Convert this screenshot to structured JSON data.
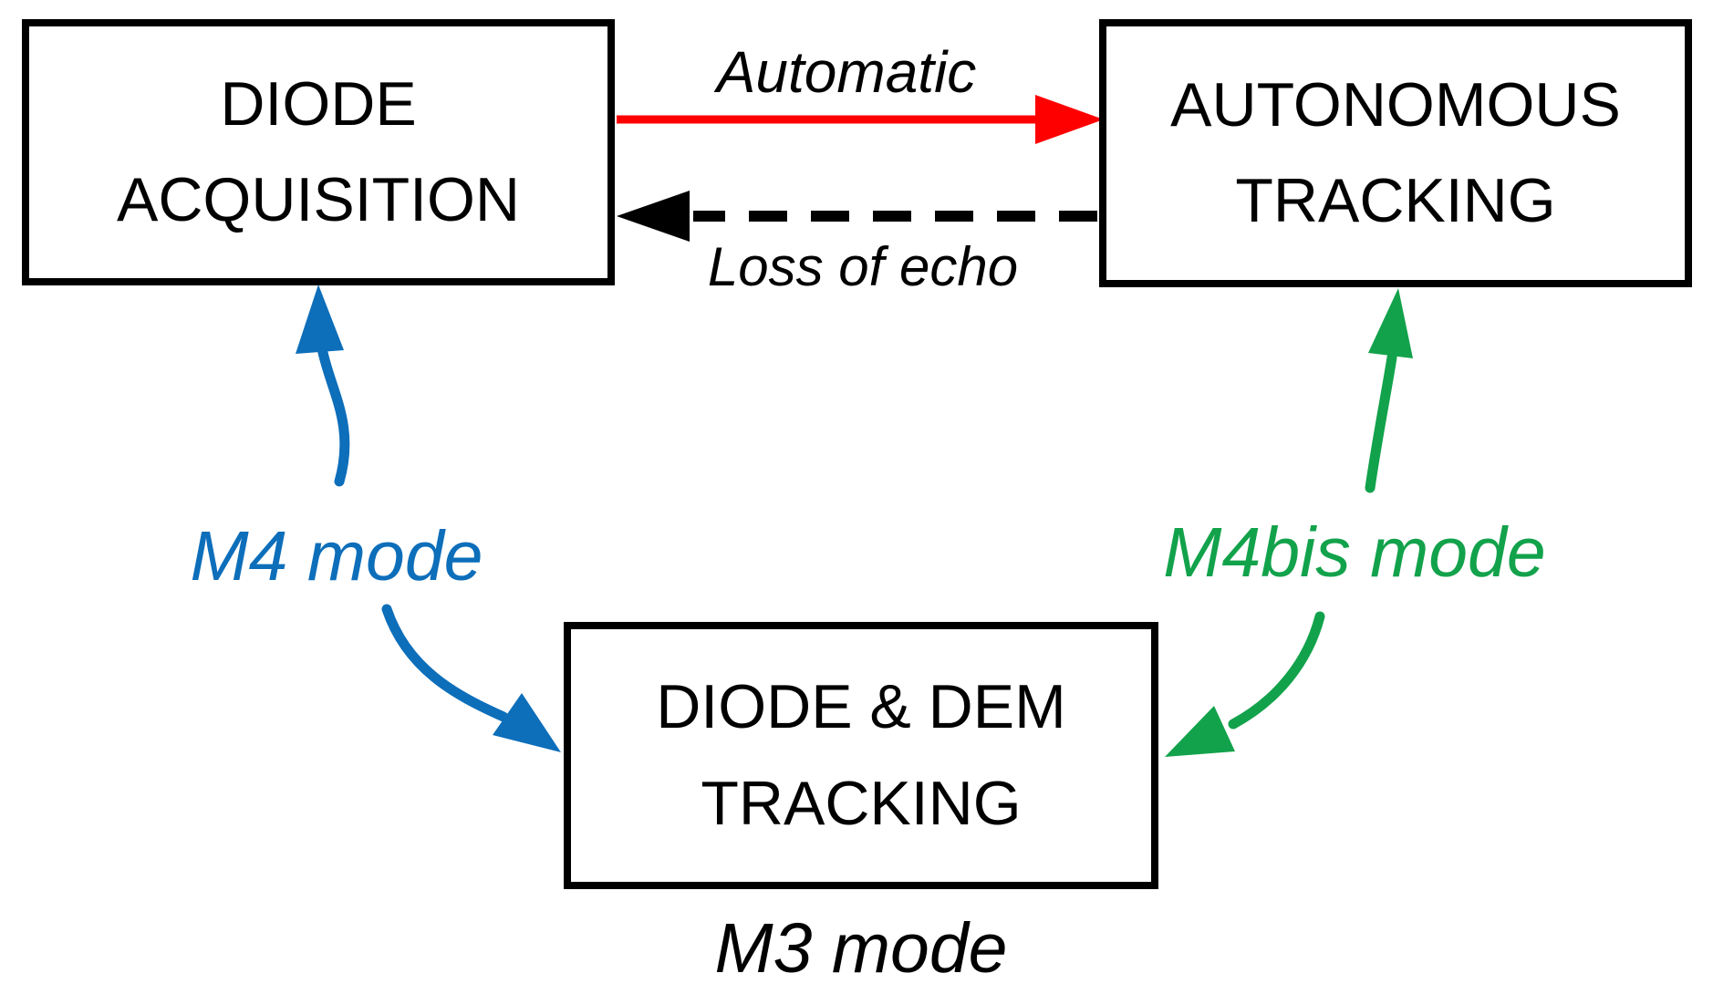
{
  "diagram": {
    "type": "state-transition-diagram",
    "background_color": "#ffffff",
    "nodes": {
      "diode_acquisition": {
        "line1": "DIODE",
        "line2": "ACQUISITION",
        "border_color": "#000000",
        "fill": "#ffffff"
      },
      "autonomous_tracking": {
        "line1": "AUTONOMOUS",
        "line2": "TRACKING",
        "border_color": "#000000",
        "fill": "#ffffff"
      },
      "diode_dem_tracking": {
        "line1": "DIODE & DEM",
        "line2": "TRACKING",
        "border_color": "#000000",
        "fill": "#ffffff"
      }
    },
    "edges": {
      "automatic": {
        "label": "Automatic",
        "from": "diode_acquisition",
        "to": "autonomous_tracking",
        "style": "solid",
        "color": "#ff0000"
      },
      "loss_of_echo": {
        "label": "Loss of echo",
        "from": "autonomous_tracking",
        "to": "diode_acquisition",
        "style": "dashed",
        "color": "#000000"
      },
      "m4_up": {
        "description": "curved arrow pointing up into DIODE ACQUISITION",
        "to": "diode_acquisition",
        "style": "solid-curved",
        "color": "#0d6eba"
      },
      "m4_down": {
        "description": "curved arrow pointing into left side of DIODE & DEM TRACKING",
        "to": "diode_dem_tracking",
        "style": "solid-curved",
        "color": "#0d6eba"
      },
      "m4bis_up": {
        "description": "curved arrow pointing up into AUTONOMOUS TRACKING",
        "to": "autonomous_tracking",
        "style": "solid-curved",
        "color": "#12a24b"
      },
      "m4bis_down": {
        "description": "curved arrow pointing into right side of DIODE & DEM TRACKING",
        "to": "diode_dem_tracking",
        "style": "solid-curved",
        "color": "#12a24b"
      }
    },
    "mode_labels": {
      "m4": {
        "label": "M4 mode",
        "color": "#0d6eba"
      },
      "m4bis": {
        "label": "M4bis mode",
        "color": "#12a24b"
      },
      "m3": {
        "label": "M3 mode",
        "color": "#000000"
      }
    }
  }
}
